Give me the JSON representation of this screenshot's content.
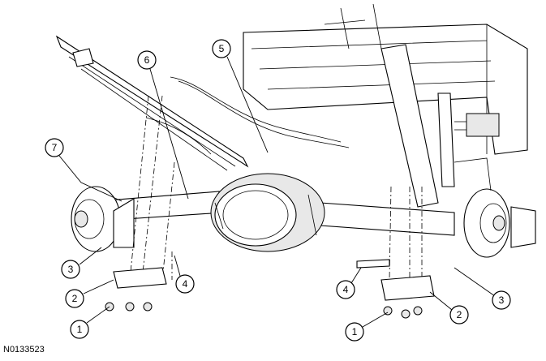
{
  "figure": {
    "reference_code": "N0133523",
    "callouts": [
      {
        "id": "c1-left",
        "label": "1"
      },
      {
        "id": "c2-left",
        "label": "2"
      },
      {
        "id": "c3-left",
        "label": "3"
      },
      {
        "id": "c4-left",
        "label": "4"
      },
      {
        "id": "c5",
        "label": "5"
      },
      {
        "id": "c6",
        "label": "6"
      },
      {
        "id": "c7",
        "label": "7"
      },
      {
        "id": "c1-right",
        "label": "1"
      },
      {
        "id": "c2-right",
        "label": "2"
      },
      {
        "id": "c3-right",
        "label": "3"
      },
      {
        "id": "c4-right",
        "label": "4"
      }
    ],
    "colors": {
      "line": "#000000",
      "background": "#ffffff",
      "fill": "#e8e8e8"
    }
  }
}
